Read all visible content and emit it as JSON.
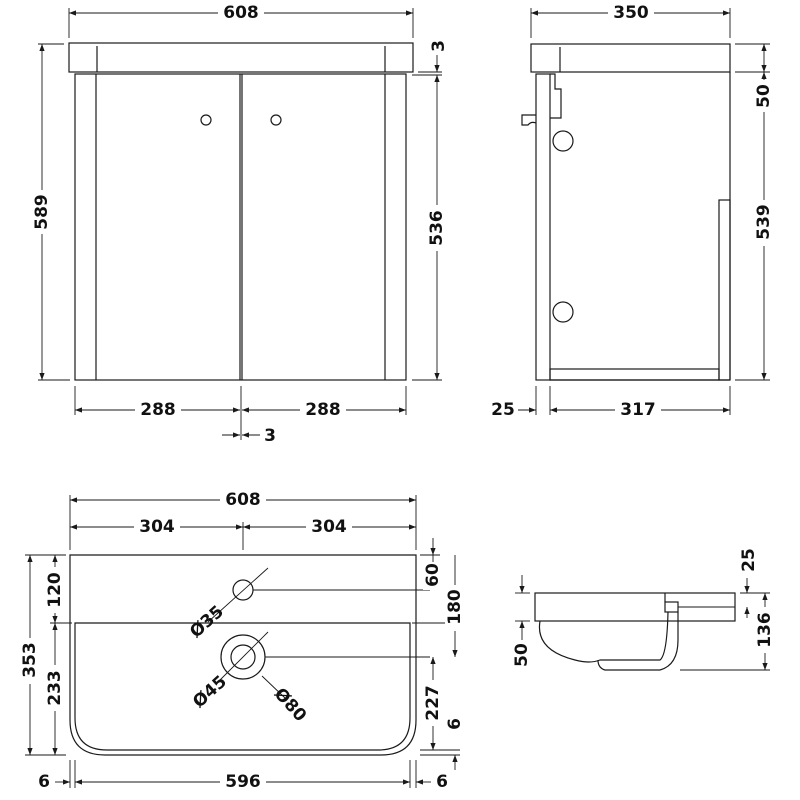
{
  "colors": {
    "line": "#1a1a1a",
    "background": "#ffffff"
  },
  "front_view": {
    "overall_width": "608",
    "overall_height": "589",
    "top_gap": "3",
    "body_height": "536",
    "left_door_width": "288",
    "right_door_width": "288",
    "door_gap": "3"
  },
  "side_view": {
    "overall_depth": "350",
    "top_height": "50",
    "body_height": "539",
    "back_offset": "25",
    "body_depth": "317"
  },
  "basin_top_view": {
    "overall_width": "608",
    "half_width_left": "304",
    "half_width_right": "304",
    "overall_depth": "353",
    "rear_deck": "120",
    "bowl_depth": "233",
    "tap_hole_offset": "60",
    "waste_offset": "180",
    "waste_to_front": "227",
    "front_lip": "6",
    "tap_hole_diameter": "Ø35",
    "waste_diameter": "Ø45",
    "waste_outer_diameter": "Ø80",
    "left_margin": "6",
    "inner_width": "596",
    "right_margin": "6"
  },
  "basin_side_view": {
    "overflow_height": "25",
    "rim_height": "50",
    "total_height": "136"
  }
}
